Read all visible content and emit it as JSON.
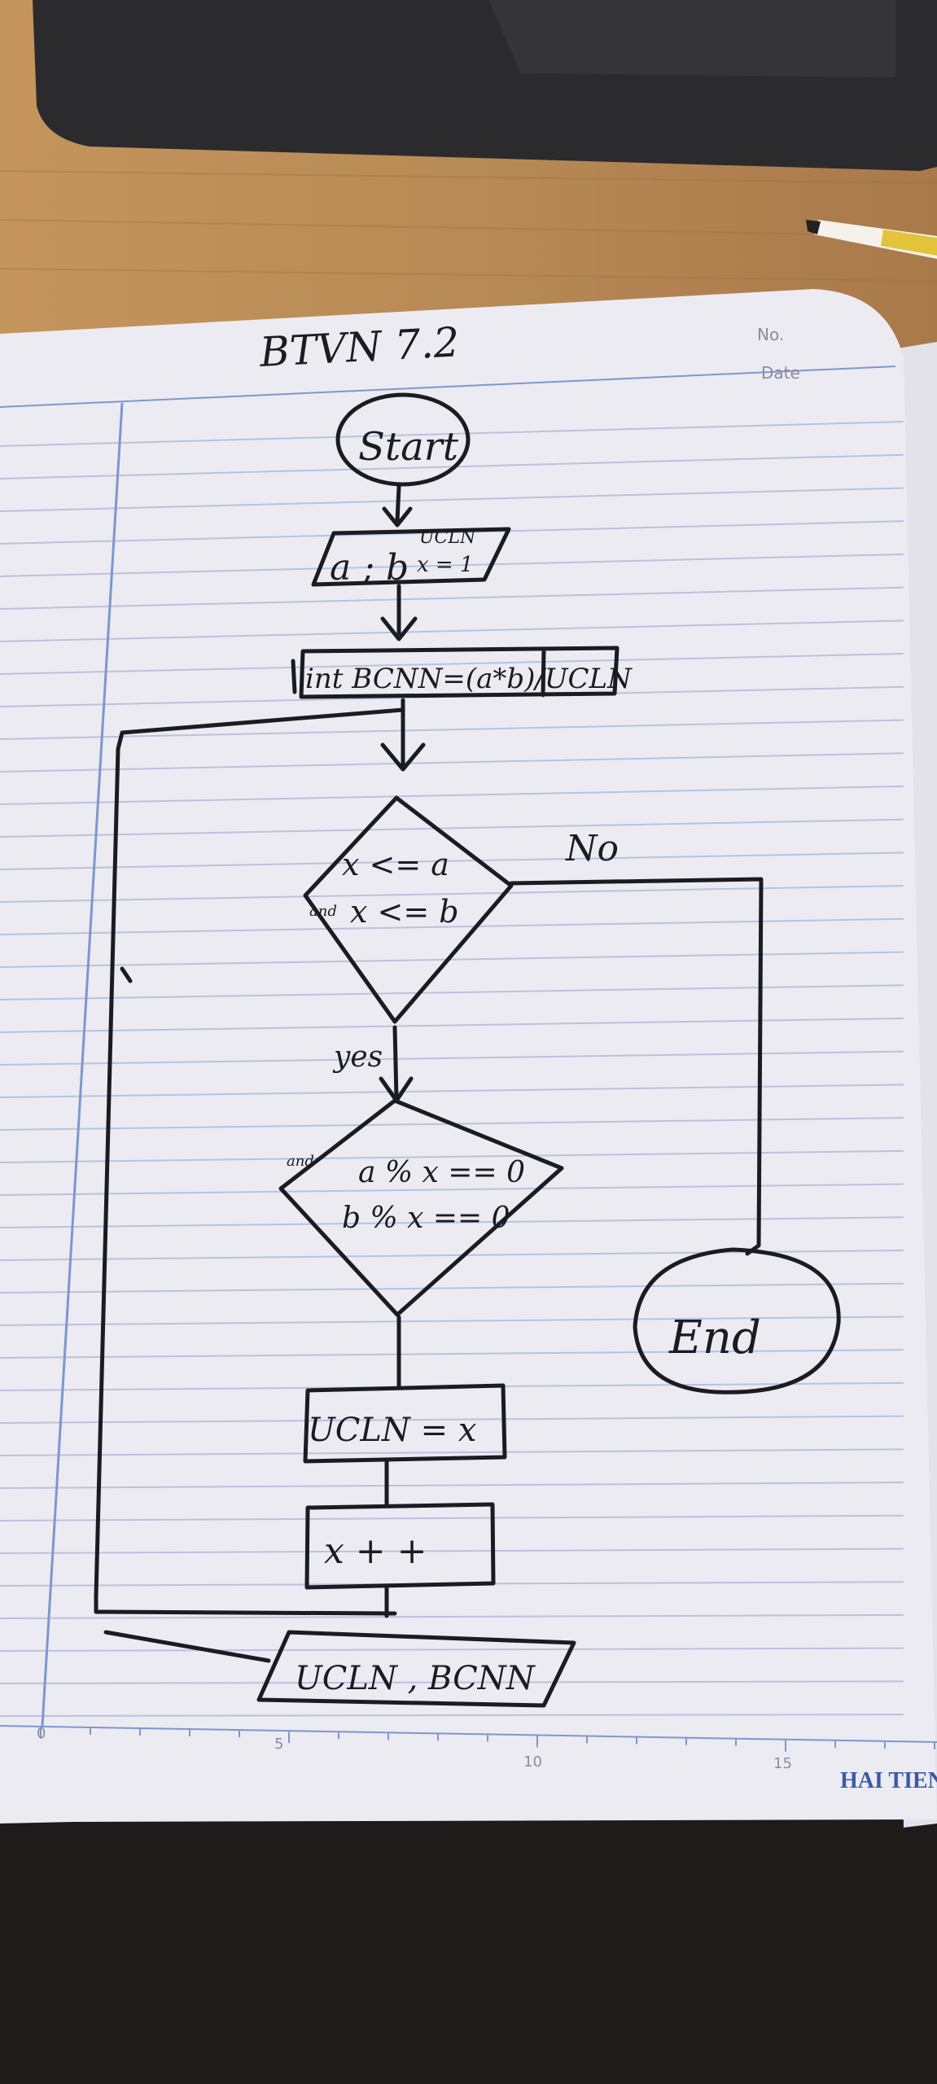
{
  "page_header": {
    "title": "BTVN 7.2",
    "no_label": "No.",
    "date_label": "Date"
  },
  "flowchart": {
    "start": "Start",
    "input": {
      "main": "a ; b",
      "sup": "UCLN",
      "sub": "x = 1"
    },
    "init": "int BCNN=(a*b)/UCLN",
    "condition1": {
      "line1": "x <= a",
      "and": "and",
      "line2": "x <= b"
    },
    "branch_no": "No",
    "branch_yes": "yes",
    "condition2": {
      "line1": "a % x == 0",
      "and": "and",
      "line2": "b % x == 0"
    },
    "assign": "UCLN = x",
    "increment": "x + +",
    "output": "UCLN , BCNN",
    "end": "End"
  },
  "ruler": {
    "ticks": [
      "0",
      "5",
      "10",
      "15"
    ]
  },
  "brand": "HAI TIEN",
  "colors": {
    "paper": "#ecebf2",
    "rule_lines": "#b9c2de",
    "margin_line": "#7d97cf",
    "ink": "#1b1b22",
    "desk": "#b98954",
    "laptop": "#2b2b2e"
  }
}
